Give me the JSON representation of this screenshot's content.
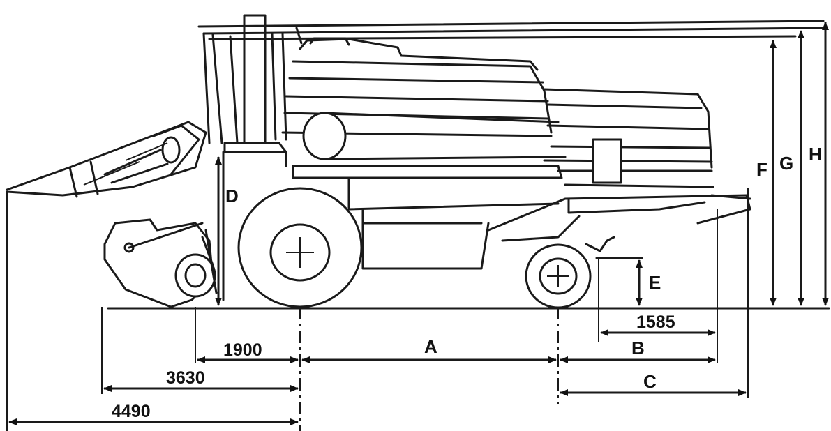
{
  "figure": {
    "dimension_values": {
      "d1585": "1585",
      "d1900": "1900",
      "d3630": "3630",
      "d4490": "4490"
    },
    "dimension_letters": {
      "A": "A",
      "B": "B",
      "C": "C",
      "D": "D",
      "E": "E",
      "F": "F",
      "G": "G",
      "H": "H"
    }
  }
}
